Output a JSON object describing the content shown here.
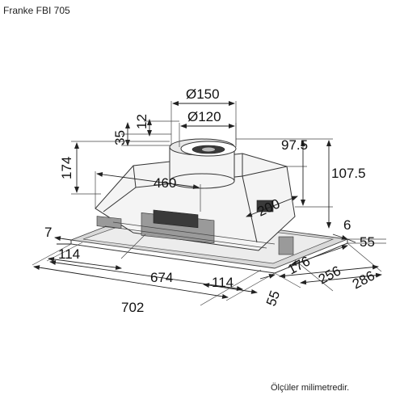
{
  "title": "Franke FBI 705",
  "note": "Ölçüler milimetredir.",
  "dimensions": {
    "d150": "Ø150",
    "d120": "Ø120",
    "d35": "35",
    "d12": "12",
    "d174": "174",
    "d97_5": "97.5",
    "d107_5": "107.5",
    "d460": "460",
    "d200": "200",
    "d7": "7",
    "d6": "6",
    "d55_right": "55",
    "d114_left": "114",
    "d176": "176",
    "d674": "674",
    "d114_right": "114",
    "d256": "256",
    "d286": "286",
    "d702": "702",
    "d55_bottom": "55"
  }
}
